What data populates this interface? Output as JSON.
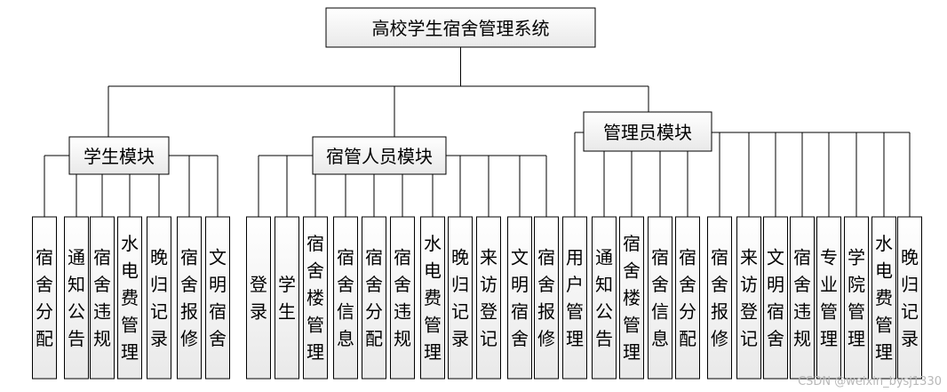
{
  "root": {
    "label": "高校学生宿舍管理系统"
  },
  "modules": [
    {
      "label": "学生模块",
      "items": [
        "宿舍分配",
        "通知公告",
        "宿舍违规",
        "水电费管理",
        "晚归记录",
        "宿舍报修",
        "文明宿舍"
      ]
    },
    {
      "label": "宿管人员模块",
      "items": [
        "登录",
        "学生",
        "宿舍楼管理",
        "宿舍信息",
        "宿舍分配",
        "宿舍违规",
        "水电费管理",
        "晚归记录",
        "来访登记",
        "文明宿舍",
        "宿舍报修"
      ]
    },
    {
      "label": "管理员模块",
      "items": [
        "用户管理",
        "通知公告",
        "宿舍楼管理",
        "宿舍信息",
        "宿舍分配",
        "宿舍报修",
        "来访登记",
        "文明宿舍",
        "宿舍违规",
        "专业管理",
        "学院管理",
        "水电费管理",
        "晚归记录"
      ]
    }
  ],
  "watermark": "CSDN @weixin_bysj1330",
  "colors": {
    "box_fill": "#f4f4f4",
    "line": "#000000",
    "text": "#000000"
  }
}
